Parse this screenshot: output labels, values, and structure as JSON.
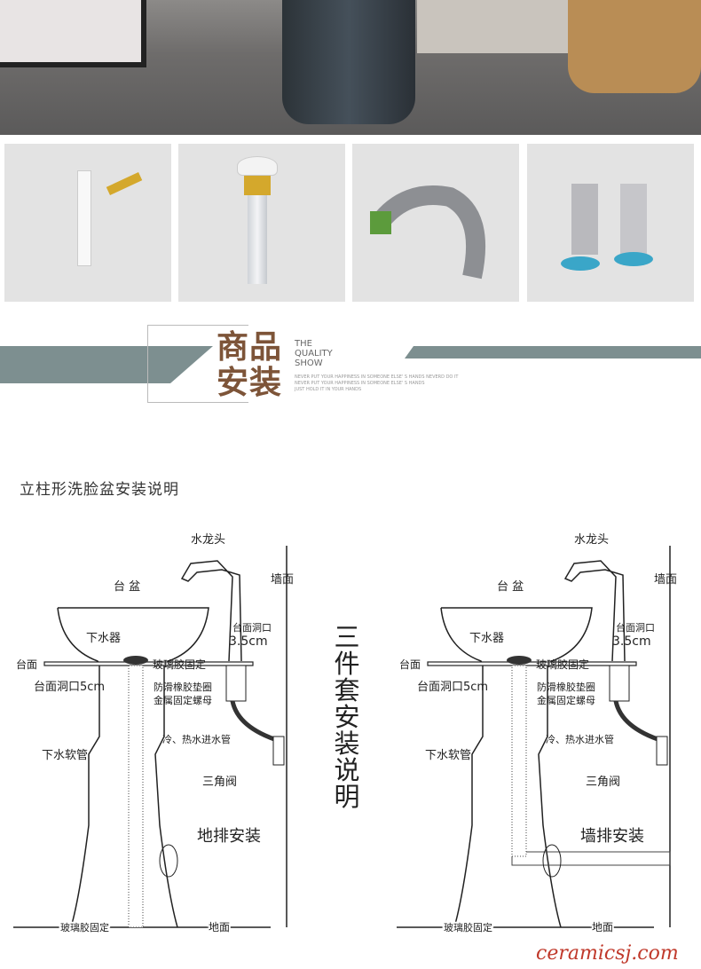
{
  "banner": {
    "cn_line1": "商品",
    "cn_line2": "安装",
    "en_line1": "THE",
    "en_line2": "QUALITY",
    "en_line3": "SHOW",
    "tagline1": "NEVER PUT YOUR HAPPINESS IN SOMEONE ELSE' S HANDS NEVERD DO IT",
    "tagline2": "NEVER PUT YOUR HAPPINESS IN SOMEONE ELSE' S HANDS",
    "tagline3": "JUST HOLD IT IN YOUR HANDS"
  },
  "products": [
    "faucet",
    "pop-up-drain",
    "drain-hose",
    "angle-valve"
  ],
  "heading": "立柱形洗脸盆安装说明",
  "vertical_title": "三件套安装说明",
  "diagram_labels": {
    "faucet": "水龙头",
    "wall": "墙面",
    "basin": "台 盆",
    "drain": "下水器",
    "hole_label": "台面洞口",
    "hole_size": "3.5cm",
    "counter": "台面",
    "glass_glue": "玻璃胶固定",
    "counter_hole": "台面洞口5cm",
    "rubber_gasket": "防滑橡胶垫圈",
    "metal_nut": "金属固定螺母",
    "inlet_pipe": "冷、热水进水管",
    "drain_hose": "下水软管",
    "angle_valve": "三角阀",
    "floor_glue": "玻璃胶固定",
    "floor": "地面"
  },
  "diagrams": [
    {
      "title": "地排安装"
    },
    {
      "title": "墙排安装"
    }
  ],
  "watermark": "ceramicsj.com",
  "colors": {
    "accent": "#7d5438",
    "bar": "#7d8f90",
    "watermark": "#c0392b"
  }
}
